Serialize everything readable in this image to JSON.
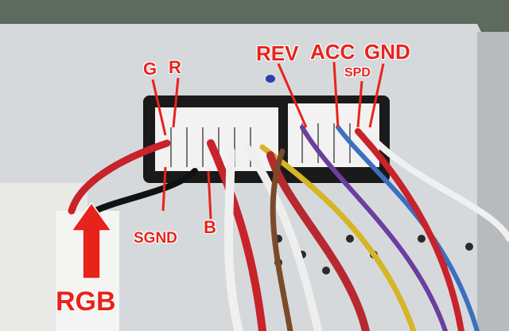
{
  "labels": {
    "g": "G",
    "r": "R",
    "rev": "REV",
    "acc": "ACC",
    "spd": "SPD",
    "gnd": "GND",
    "sgnd": "SGND",
    "b": "B",
    "rgb": "RGB"
  },
  "colors": {
    "label": "#e8231b",
    "panel": "#d9dbdc",
    "connector": "#1a1a1a"
  }
}
